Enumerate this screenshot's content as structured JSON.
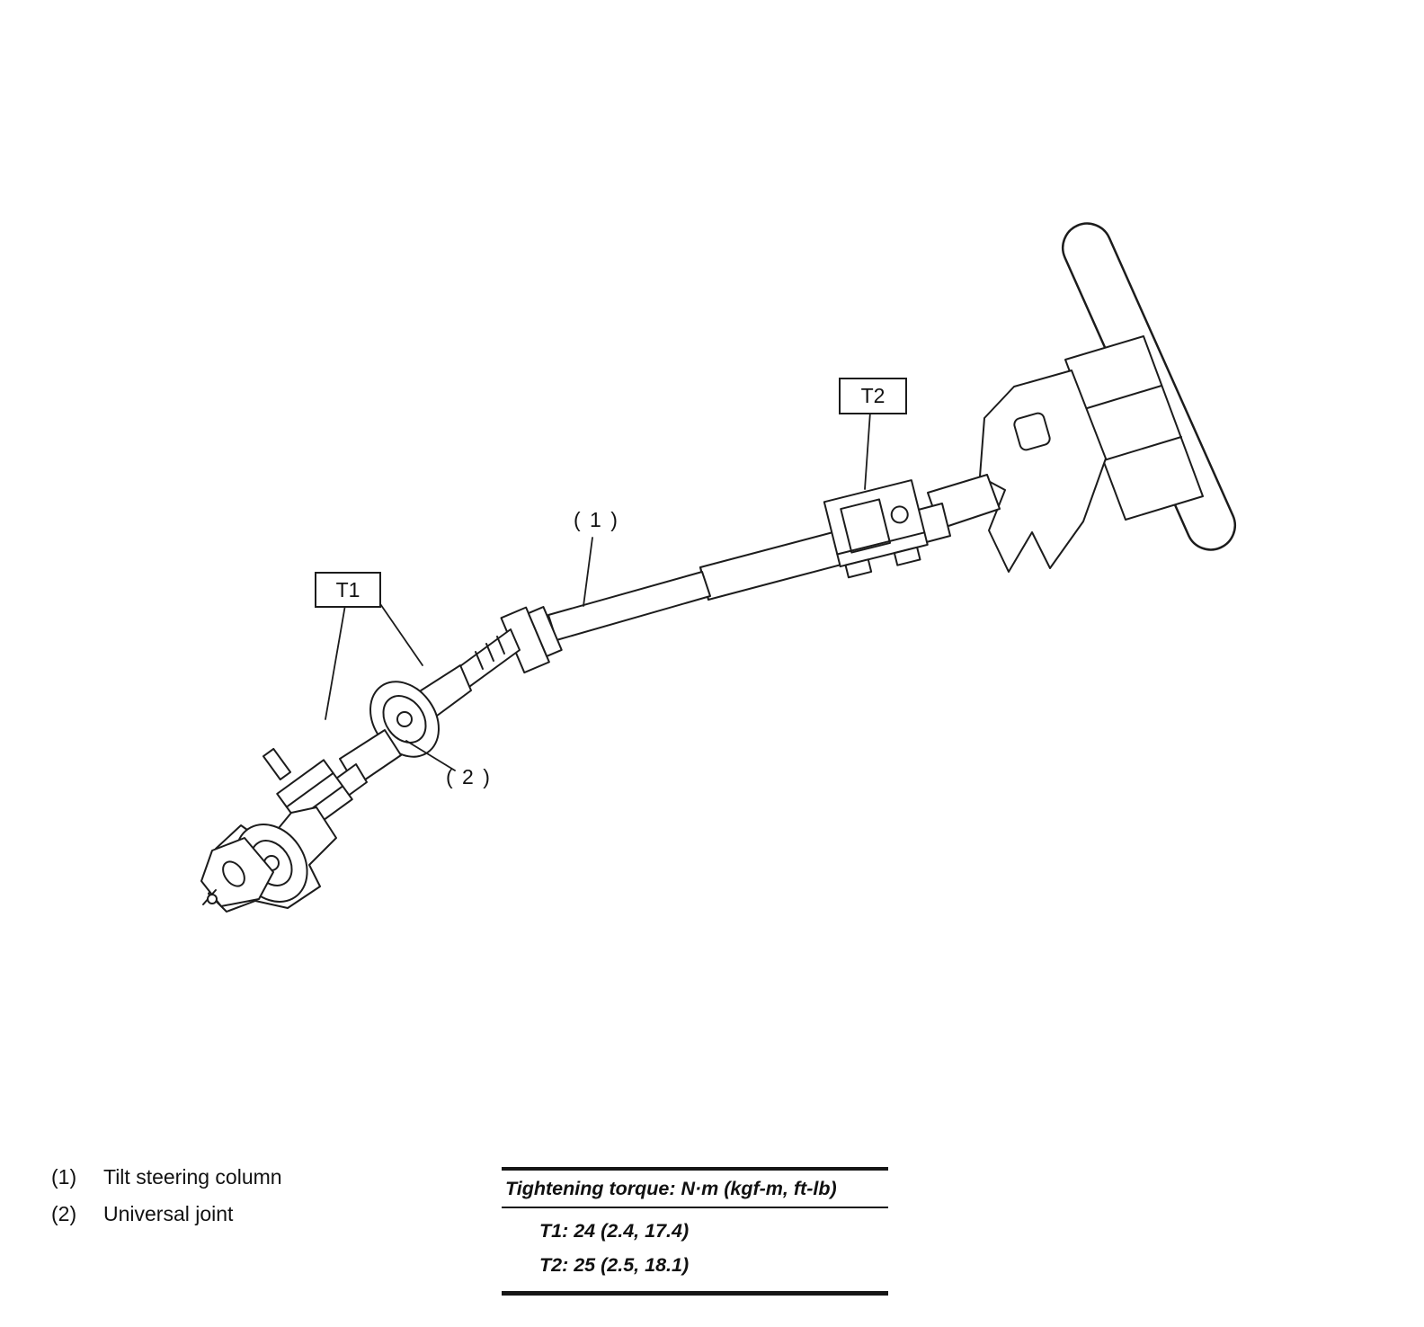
{
  "diagram": {
    "callouts": {
      "t1_label": "T1",
      "t2_label": "T2",
      "ref1_label": "( 1 )",
      "ref2_label": "( 2 )"
    },
    "legend": [
      {
        "ref": "(1)",
        "label": "Tilt steering column"
      },
      {
        "ref": "(2)",
        "label": "Universal joint"
      }
    ],
    "torque_spec": {
      "title": "Tightening torque: N·m (kgf-m, ft-lb)",
      "rows": [
        {
          "text": "T1: 24 (2.4, 17.4)"
        },
        {
          "text": "T2: 25 (2.5, 18.1)"
        }
      ]
    },
    "line_color": "#1c1c1c"
  }
}
